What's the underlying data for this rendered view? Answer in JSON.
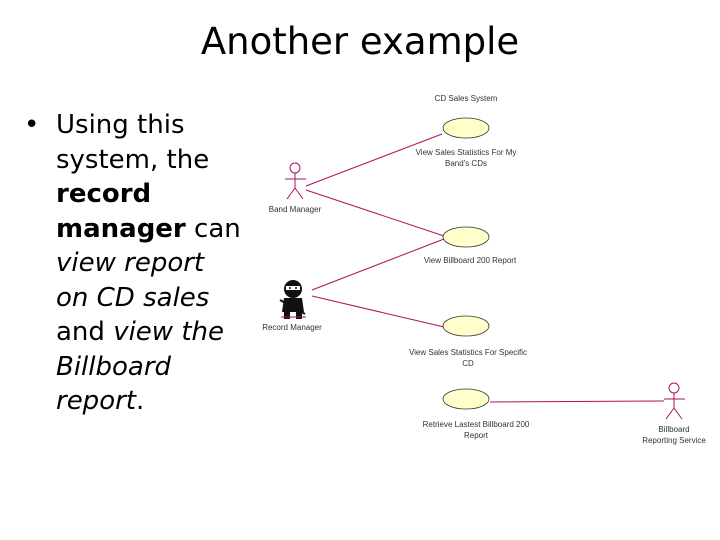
{
  "slide": {
    "title": "Another example",
    "bullet": {
      "t1": "Using this system, the ",
      "t2": "record manager",
      "t3": " can ",
      "t4": "view report on CD sales",
      "t5": " and ",
      "t6": "view the Billboard report",
      "t7": "."
    }
  },
  "diagram": {
    "system_name": "CD Sales System",
    "actors": {
      "band_manager": "Band Manager",
      "record_manager": "Record Manager",
      "billboard_service_line1": "Billboard",
      "billboard_service_line2": "Reporting Service"
    },
    "use_cases": {
      "uc1_line1": "View Sales Statistics For My",
      "uc1_line2": "Band's CDs",
      "uc2": "View Billboard 200 Report",
      "uc3_line1": "View Sales Statistics For Specific",
      "uc3_line2": "CD",
      "uc4_line1": "Retrieve Lastest Billboard 200",
      "uc4_line2": "Report"
    },
    "colors": {
      "usecase_fill": "#ffffcc",
      "line": "#b01060"
    }
  }
}
